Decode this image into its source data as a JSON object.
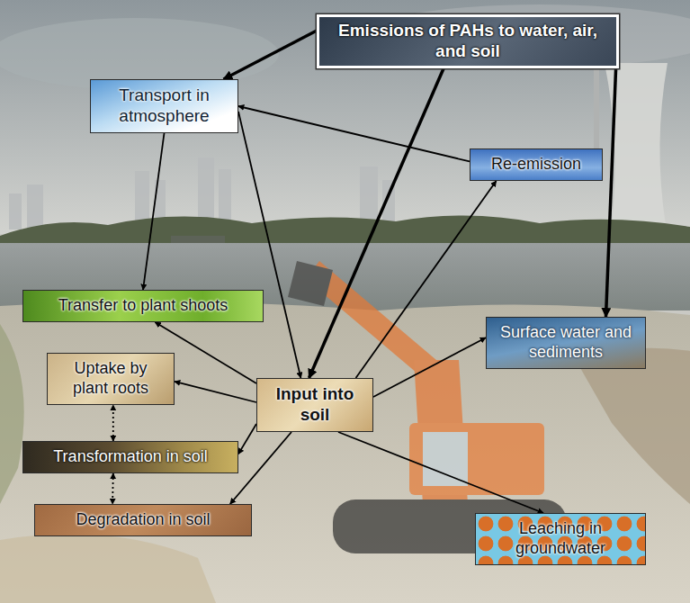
{
  "diagram": {
    "nodes": [
      {
        "text": [
          "Emissions of PAHs to water, air, and soil"
        ]
      },
      {
        "text": [
          "Transport in atmosphere"
        ]
      },
      {
        "text": [
          "Re-emission"
        ]
      },
      {
        "text": [
          "Transfer to plant shoots"
        ]
      },
      {
        "text": [
          "Surface water and sediments"
        ]
      },
      {
        "text": [
          "Uptake by plant roots"
        ]
      },
      {
        "text": [
          "Input into soil"
        ]
      },
      {
        "text": [
          "Transformation in soil"
        ]
      },
      {
        "text": [
          "Degradation in soil"
        ]
      },
      {
        "text": [
          "Leaching in groundwater"
        ]
      }
    ],
    "edges": [
      {
        "from": 0,
        "to": 1,
        "arrow": "to"
      },
      {
        "from": 0,
        "to": 6,
        "arrow": "to"
      },
      {
        "from": 0,
        "to": 4,
        "arrow": "to"
      },
      {
        "from": 1,
        "to": 3,
        "arrow": "to"
      },
      {
        "from": 1,
        "to": 6,
        "arrow": "to"
      },
      {
        "from": 2,
        "to": 1,
        "arrow": "to"
      },
      {
        "from": 6,
        "to": 2,
        "arrow": "to"
      },
      {
        "from": 6,
        "to": 3,
        "arrow": "to"
      },
      {
        "from": 6,
        "to": 5,
        "arrow": "to"
      },
      {
        "from": 6,
        "to": 7,
        "arrow": "to"
      },
      {
        "from": 6,
        "to": 8,
        "arrow": "to"
      },
      {
        "from": 6,
        "to": 4,
        "arrow": "to"
      },
      {
        "from": 6,
        "to": 9,
        "arrow": "to"
      },
      {
        "from": 7,
        "to": 5,
        "arrow": "both"
      },
      {
        "from": 7,
        "to": 8,
        "arrow": "both"
      }
    ]
  }
}
